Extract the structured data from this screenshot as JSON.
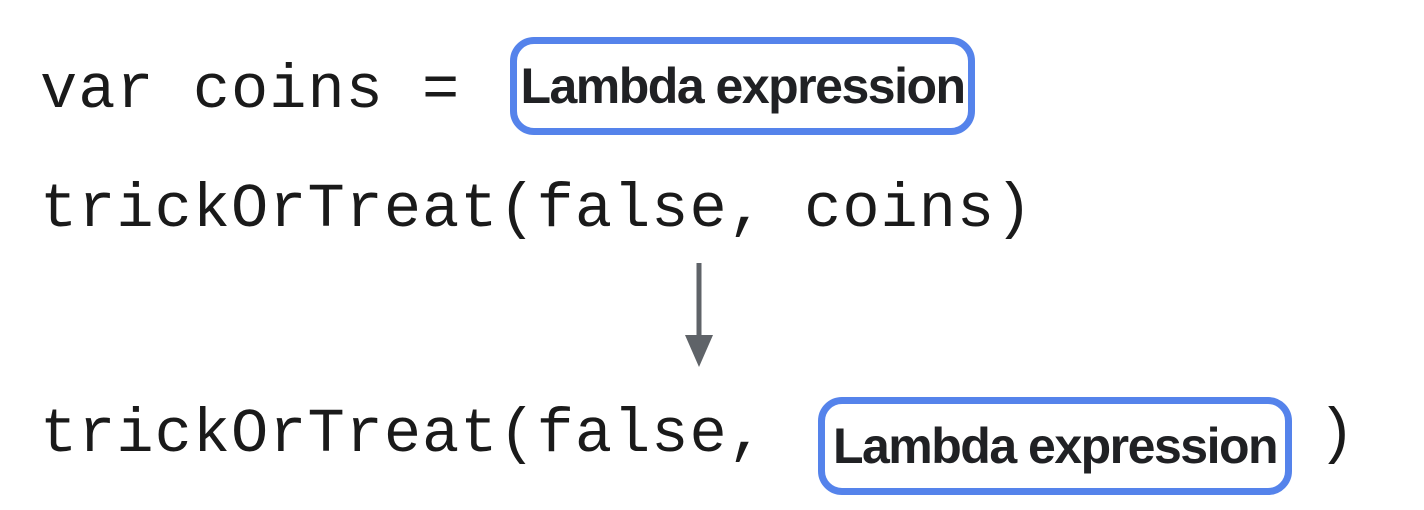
{
  "diagram": {
    "title": "lambda expression substitution diagram",
    "line1": {
      "code": "var coins =",
      "box_label": "Lambda expression"
    },
    "line2": {
      "code": "trickOrTreat(false, coins)"
    },
    "arrow": {
      "icon": "down-arrow-icon",
      "direction": "down"
    },
    "line3": {
      "code_before": "trickOrTreat(false,",
      "box_label": "Lambda expression",
      "code_after": ")"
    },
    "colors": {
      "background": "#ffffff",
      "box_border": "#5583EB",
      "code_text": "#1A1A1A",
      "label_text": "#202124",
      "arrow": "#5F6368"
    }
  }
}
